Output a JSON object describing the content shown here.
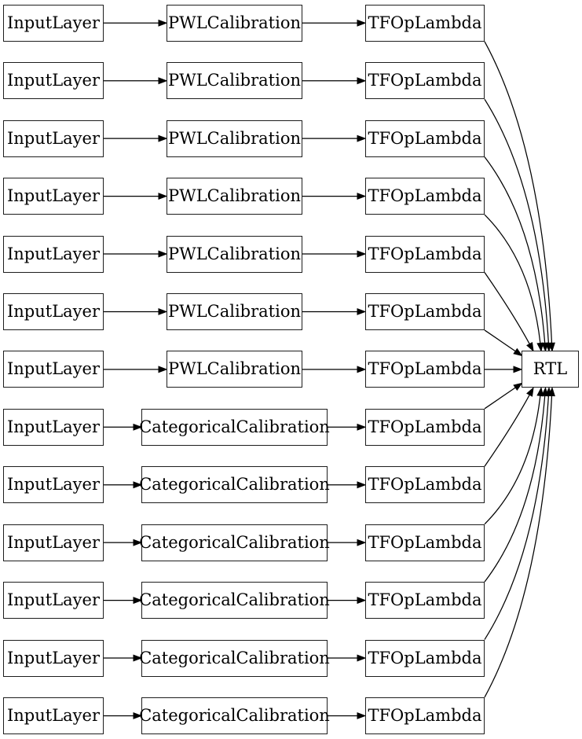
{
  "graph": {
    "rows": [
      {
        "input": "InputLayer",
        "calibration": "PWLCalibration",
        "lambda": "TFOpLambda"
      },
      {
        "input": "InputLayer",
        "calibration": "PWLCalibration",
        "lambda": "TFOpLambda"
      },
      {
        "input": "InputLayer",
        "calibration": "PWLCalibration",
        "lambda": "TFOpLambda"
      },
      {
        "input": "InputLayer",
        "calibration": "PWLCalibration",
        "lambda": "TFOpLambda"
      },
      {
        "input": "InputLayer",
        "calibration": "PWLCalibration",
        "lambda": "TFOpLambda"
      },
      {
        "input": "InputLayer",
        "calibration": "PWLCalibration",
        "lambda": "TFOpLambda"
      },
      {
        "input": "InputLayer",
        "calibration": "PWLCalibration",
        "lambda": "TFOpLambda"
      },
      {
        "input": "InputLayer",
        "calibration": "CategoricalCalibration",
        "lambda": "TFOpLambda"
      },
      {
        "input": "InputLayer",
        "calibration": "CategoricalCalibration",
        "lambda": "TFOpLambda"
      },
      {
        "input": "InputLayer",
        "calibration": "CategoricalCalibration",
        "lambda": "TFOpLambda"
      },
      {
        "input": "InputLayer",
        "calibration": "CategoricalCalibration",
        "lambda": "TFOpLambda"
      },
      {
        "input": "InputLayer",
        "calibration": "CategoricalCalibration",
        "lambda": "TFOpLambda"
      },
      {
        "input": "InputLayer",
        "calibration": "CategoricalCalibration",
        "lambda": "TFOpLambda"
      }
    ],
    "output_node": {
      "label": "RTL"
    }
  },
  "colors": {
    "background": "#ffffff",
    "node_fill": "#ffffff",
    "node_border": "#1d1d1d",
    "edge": "#000000",
    "text": "#000000"
  }
}
